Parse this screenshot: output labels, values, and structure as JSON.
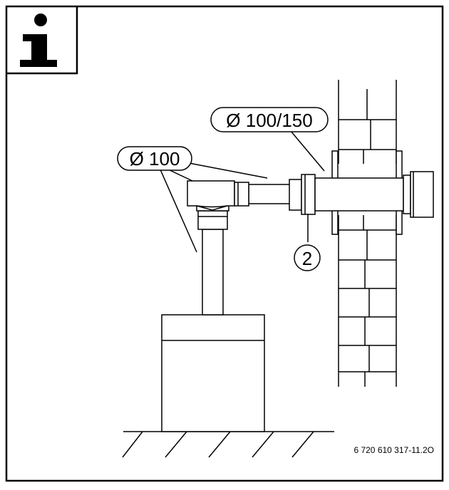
{
  "info_icon": {
    "glyph": "i",
    "icon": "info-icon"
  },
  "labels": {
    "pipe_coaxial": "Ø 100/150",
    "pipe_single": "Ø 100",
    "callout_number": "2"
  },
  "figure_code": "6 720 610 317-11.2O",
  "colors": {
    "line": "#000000",
    "background": "#ffffff"
  }
}
